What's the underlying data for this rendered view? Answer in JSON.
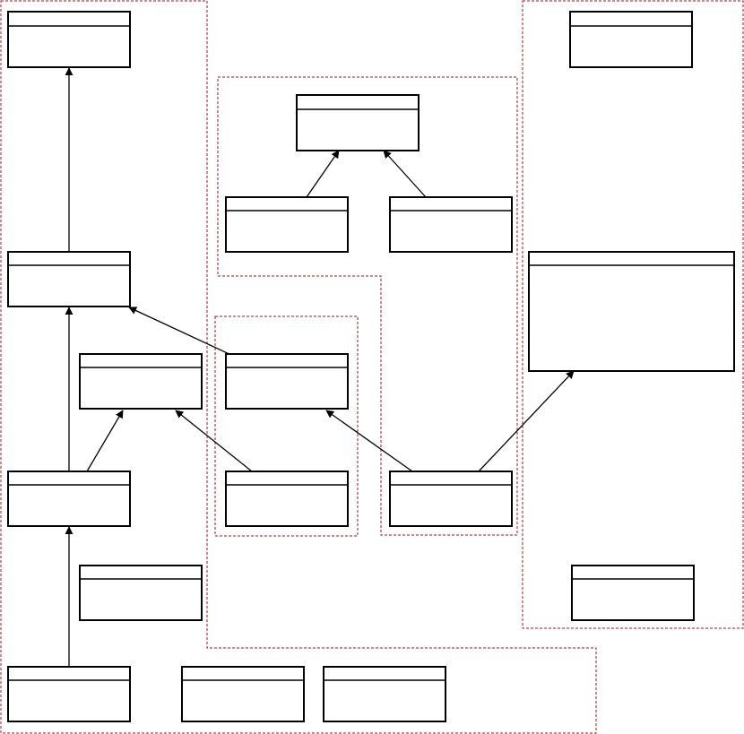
{
  "diagram": {
    "type": "class-diagram",
    "style": {
      "box_stroke": "#000000",
      "box_fill": "#ffffff",
      "package_border_color": "#a01818",
      "edge_color": "#000000"
    },
    "classes": [
      {
        "id": "c1",
        "name": "",
        "compartments": 2
      },
      {
        "id": "c2",
        "name": "",
        "compartments": 2
      },
      {
        "id": "c3",
        "name": "",
        "compartments": 2
      },
      {
        "id": "c4",
        "name": "",
        "compartments": 2
      },
      {
        "id": "c5",
        "name": "",
        "compartments": 2
      },
      {
        "id": "c6",
        "name": "",
        "compartments": 2
      },
      {
        "id": "c7",
        "name": "",
        "compartments": 2
      },
      {
        "id": "c8",
        "name": "",
        "compartments": 2
      },
      {
        "id": "c9",
        "name": "",
        "compartments": 2
      },
      {
        "id": "c10",
        "name": "",
        "compartments": 2
      },
      {
        "id": "c11",
        "name": "",
        "compartments": 2
      },
      {
        "id": "c12",
        "name": "",
        "compartments": 2
      },
      {
        "id": "c13",
        "name": "",
        "compartments": 2
      },
      {
        "id": "c14",
        "name": "",
        "compartments": 2
      },
      {
        "id": "c15",
        "name": "",
        "compartments": 2
      },
      {
        "id": "c16",
        "name": "",
        "compartments": 2
      },
      {
        "id": "c17",
        "name": "",
        "compartments": 2
      }
    ],
    "packages": [
      {
        "id": "p-left-outer",
        "name": ""
      },
      {
        "id": "p-top-center",
        "name": ""
      },
      {
        "id": "p-center-small",
        "name": ""
      },
      {
        "id": "p-right",
        "name": ""
      }
    ],
    "relationships": [
      {
        "from": "c4",
        "to": "c1",
        "kind": "directed-association"
      },
      {
        "from": "c8",
        "to": "c4",
        "kind": "directed-association"
      },
      {
        "from": "c8",
        "to": "c6",
        "kind": "directed-association"
      },
      {
        "from": "c7",
        "to": "c4",
        "kind": "directed-association"
      },
      {
        "from": "c9",
        "to": "c6",
        "kind": "directed-association"
      },
      {
        "from": "c10",
        "to": "c7",
        "kind": "directed-association"
      },
      {
        "from": "c10",
        "to": "c5",
        "kind": "directed-association"
      },
      {
        "from": "c14",
        "to": "c8",
        "kind": "directed-association"
      },
      {
        "from": "c12",
        "to": "c11",
        "kind": "directed-association"
      },
      {
        "from": "c13",
        "to": "c11",
        "kind": "directed-association"
      }
    ]
  }
}
